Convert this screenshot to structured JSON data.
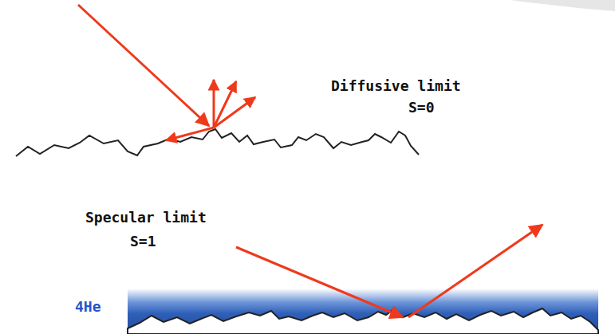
{
  "diagram": {
    "labels": [
      "Diffusive limit",
      "S=0",
      "Specular limit",
      "S=1",
      "4He"
    ]
  }
}
